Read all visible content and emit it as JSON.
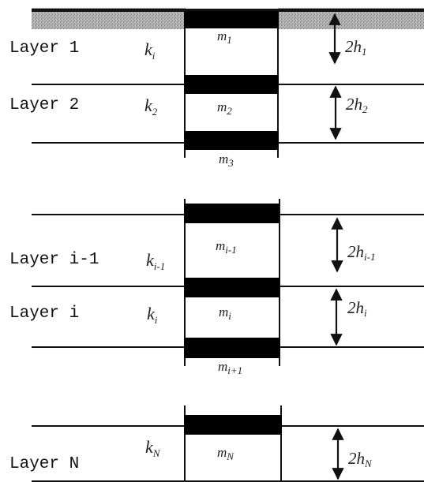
{
  "layers": [
    {
      "name": "Layer 1",
      "k": "k",
      "k_sub": "i",
      "h": "2h",
      "h_sub": "1"
    },
    {
      "name": "Layer 2",
      "k": "k",
      "k_sub": "2",
      "h": "2h",
      "h_sub": "2"
    },
    {
      "name": "Layer i-1",
      "k": "k",
      "k_sub": "i-1",
      "h": "2h",
      "h_sub": "i-1"
    },
    {
      "name": "Layer i",
      "k": "k",
      "k_sub": "i",
      "h": "2h",
      "h_sub": "i"
    },
    {
      "name": "Layer N",
      "k": "k",
      "k_sub": "N",
      "h": "2h",
      "h_sub": "N"
    }
  ],
  "masses": [
    {
      "m": "m",
      "sub": "1"
    },
    {
      "m": "m",
      "sub": "2"
    },
    {
      "m": "m",
      "sub": "3"
    },
    {
      "m": "m",
      "sub": "i-1"
    },
    {
      "m": "m",
      "sub": "i"
    },
    {
      "m": "m",
      "sub": "i+1"
    },
    {
      "m": "m",
      "sub": "N"
    }
  ]
}
